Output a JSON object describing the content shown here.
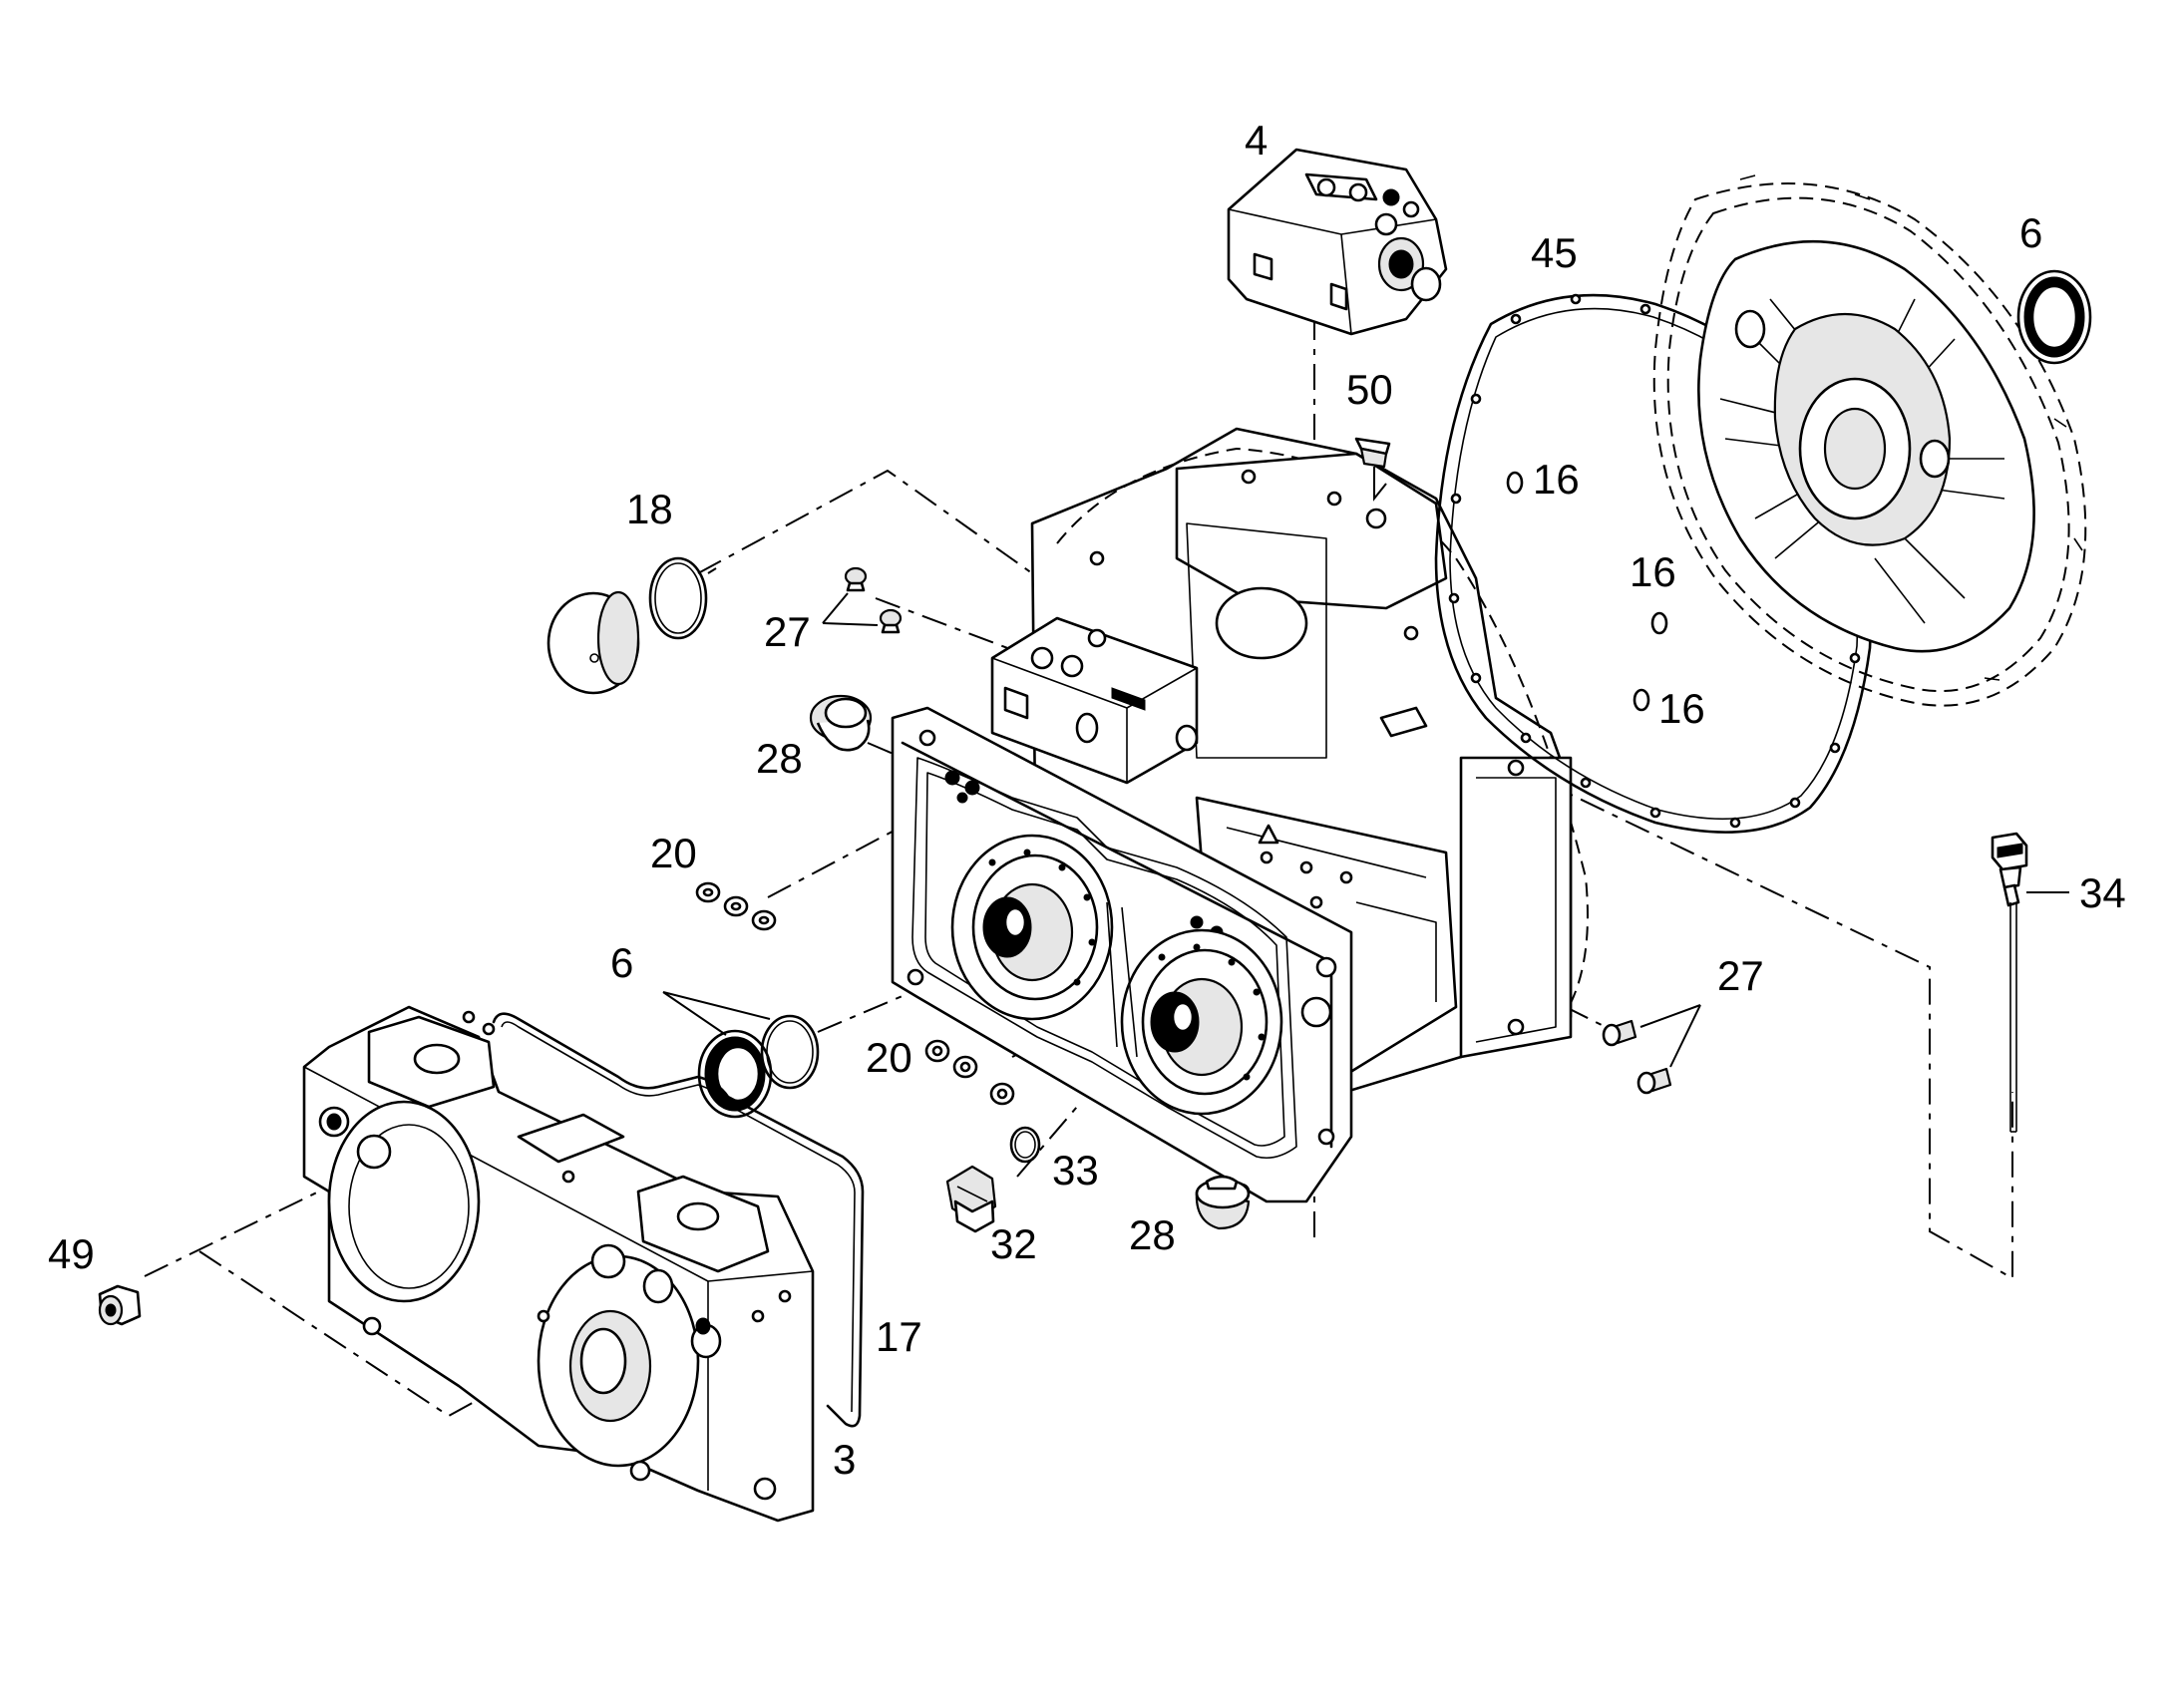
{
  "callouts": {
    "c4": "4",
    "c6_top": "6",
    "c45": "45",
    "c50": "50",
    "c18": "18",
    "c16_a": "16",
    "c16_b": "16",
    "c16_c": "16",
    "c27_top": "27",
    "c28_top": "28",
    "c20_left": "20",
    "c6_left": "6",
    "c34": "34",
    "c27_right": "27",
    "c20_mid": "20",
    "c33": "33",
    "c32": "32",
    "c28_bottom": "28",
    "c49": "49",
    "c17": "17",
    "c3": "3"
  }
}
